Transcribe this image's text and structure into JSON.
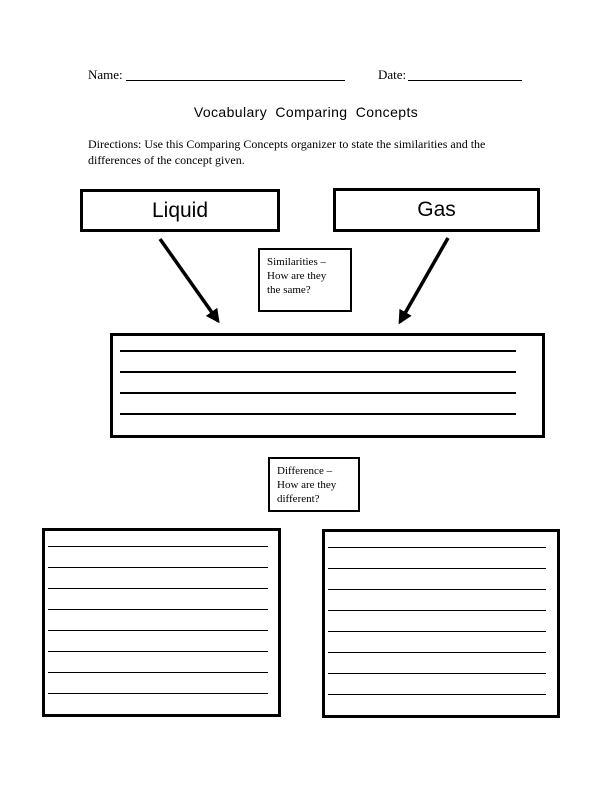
{
  "page": {
    "background_color": "#ffffff",
    "ink_color": "#000000"
  },
  "header": {
    "name_label": "Name:",
    "date_label": "Date:"
  },
  "title": "Vocabulary Comparing Concepts",
  "directions": "Directions: Use this Comparing Concepts organizer to state the similarities and the\ndifferences of the concept given.",
  "concepts": {
    "left": "Liquid",
    "right": "Gas"
  },
  "prompts": {
    "similarities": "Similarities –\nHow are they\nthe same?",
    "difference": "Difference –\nHow are they\ndifferent?"
  },
  "writing_areas": {
    "similarities_lines": 4,
    "difference_left_lines": 8,
    "difference_right_lines": 8
  }
}
